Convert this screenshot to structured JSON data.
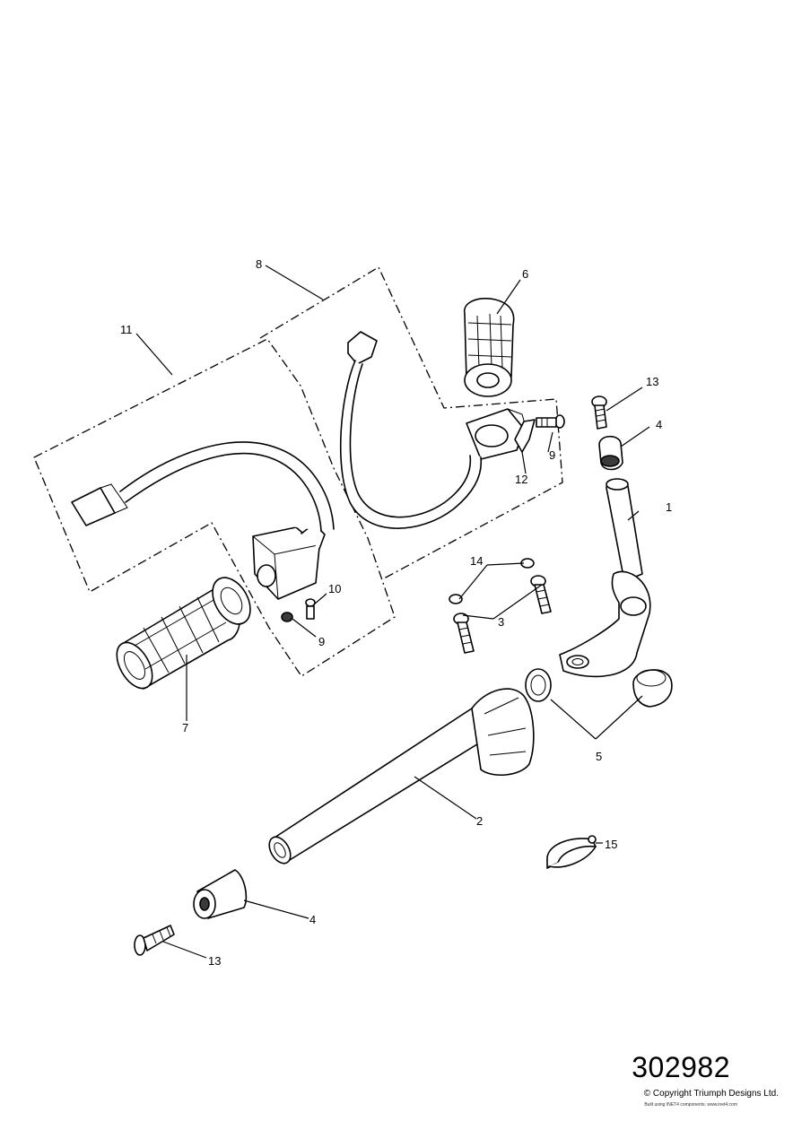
{
  "drawing_number": "302982",
  "copyright": "© Copyright Triumph Designs Ltd.",
  "inet_note": "Built using INET4 components. www.inet4.com",
  "callouts": {
    "c1": "1",
    "c2": "2",
    "c3": "3",
    "c4a": "4",
    "c4b": "4",
    "c5": "5",
    "c6": "6",
    "c7": "7",
    "c8": "8",
    "c9a": "9",
    "c9b": "9",
    "c10": "10",
    "c11": "11",
    "c12": "12",
    "c13a": "13",
    "c13b": "13",
    "c14": "14",
    "c15": "15"
  }
}
